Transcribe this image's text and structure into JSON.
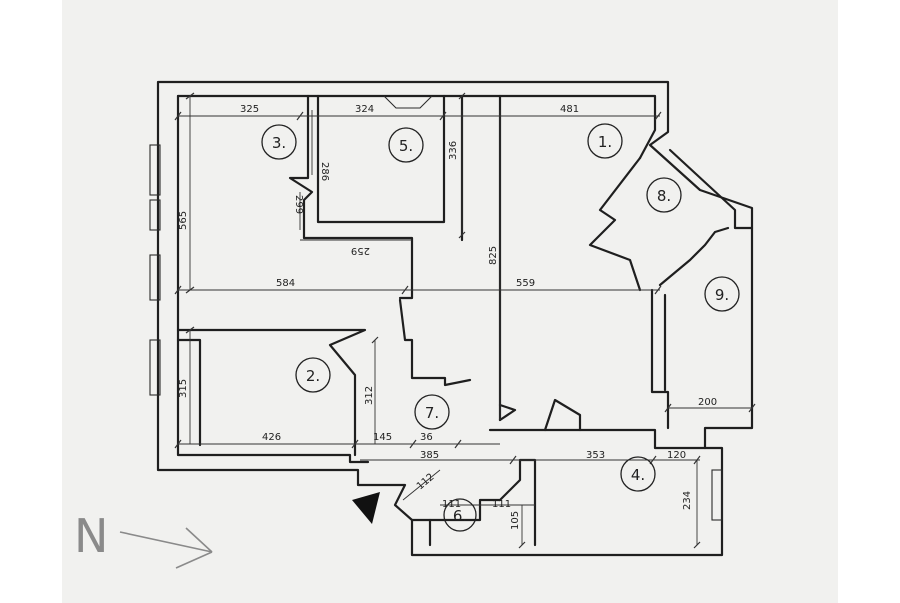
{
  "plan": {
    "rooms": [
      "1.",
      "2.",
      "3.",
      "4.",
      "5.",
      "6.",
      "7.",
      "8.",
      "9."
    ],
    "dimensions": {
      "d325": "325",
      "d324": "324",
      "d481": "481",
      "d286": "286",
      "d336": "336",
      "d299": "299",
      "d565": "565",
      "d259": "259",
      "d825": "825",
      "d584": "584",
      "d559": "559",
      "d315": "315",
      "d312": "312",
      "d426": "426",
      "d145": "145",
      "d36": "36",
      "d385": "385",
      "d353": "353",
      "d120": "120",
      "d200": "200",
      "d112": "112",
      "d111a": "111",
      "d111b": "111",
      "d105": "105",
      "d234": "234"
    },
    "compass": {
      "letter": "N"
    }
  }
}
